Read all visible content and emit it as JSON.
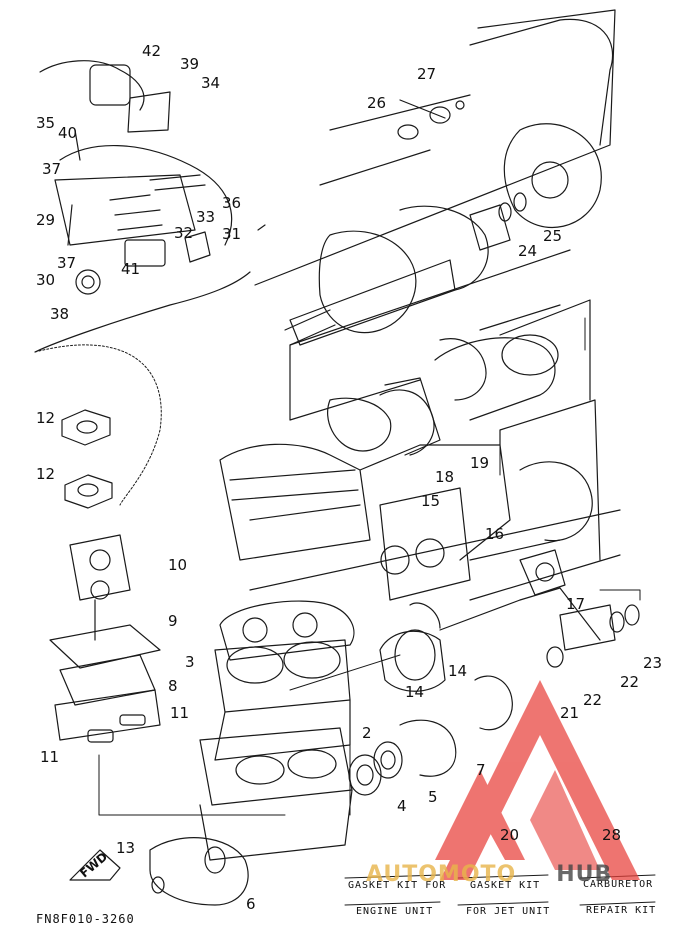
{
  "diagram": {
    "callouts": [
      "42",
      "39",
      "34",
      "35",
      "40",
      "27",
      "26",
      "37",
      "36",
      "33",
      "29",
      "32",
      "31",
      "25",
      "24",
      "37",
      "30",
      "41",
      "38",
      "12",
      "18",
      "19",
      "12",
      "15",
      "16",
      "10",
      "17",
      "9",
      "3",
      "14",
      "14",
      "23",
      "22",
      "22",
      "21",
      "8",
      "11",
      "11",
      "2",
      "7",
      "5",
      "4",
      "20",
      "28",
      "13",
      "6"
    ],
    "legend": {
      "gasket_engine": [
        "GASKET KIT FOR",
        "ENGINE UNIT"
      ],
      "gasket_jet": [
        "GASKET KIT",
        "FOR JET UNIT"
      ],
      "carburetor": [
        "CARBURETOR",
        "REPAIR KIT"
      ]
    },
    "fwd_label": "FWD",
    "drawing_code": "FN8F010-3260"
  },
  "watermark": {
    "text": "AUTOMOTOHUB",
    "colors": {
      "red": "#e8403a",
      "gold": "#e8b54a",
      "dark": "#444444"
    }
  }
}
